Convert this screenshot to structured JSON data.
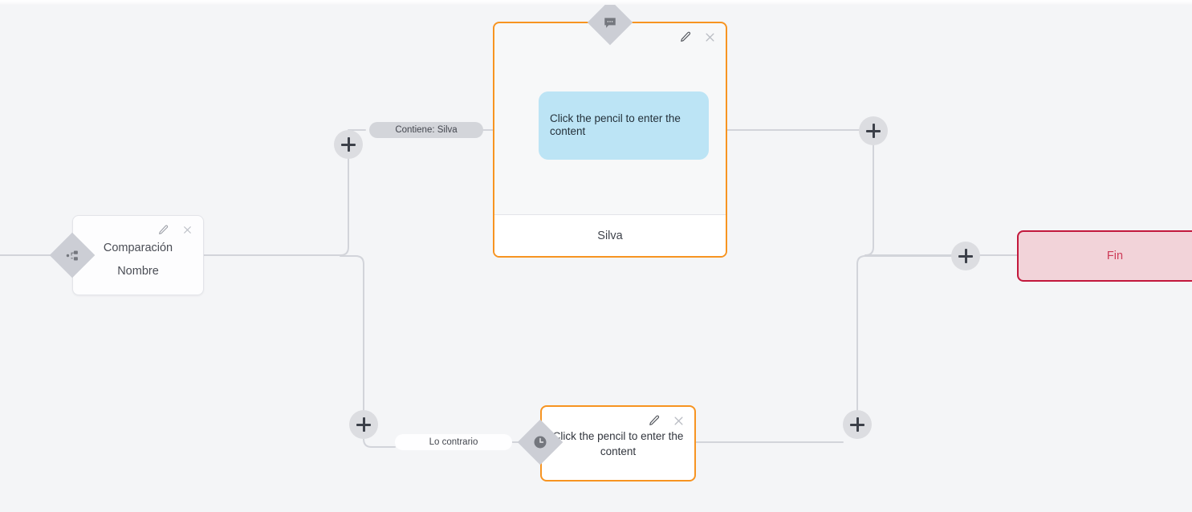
{
  "canvas": {
    "background_color": "#f4f5f7",
    "connector_color": "#d2d4da",
    "accent_orange": "#f79421",
    "accent_red": "#c2183c",
    "bubble_blue": "#bce4f5"
  },
  "nodes": {
    "comparacion": {
      "title": "Comparación",
      "subtitle": "Nombre",
      "handle_icon": "branch-split-icon",
      "edit_icon": "pencil-icon",
      "close_icon": "close-icon"
    },
    "message": {
      "handle_icon": "speech-bubble-icon",
      "edit_icon": "pencil-icon",
      "close_icon": "close-icon",
      "bubble_text": "Click the pencil to enter the content",
      "footer_label": "Silva"
    },
    "delay": {
      "handle_icon": "clock-icon",
      "edit_icon": "pencil-icon",
      "close_icon": "close-icon",
      "text": "Click the pencil to enter the content"
    },
    "fin": {
      "label": "Fin"
    }
  },
  "edge_labels": {
    "contiene_silva": "Contiene: Silva",
    "lo_contrario": "Lo contrario"
  },
  "add_buttons": [
    {
      "id": "add-branch-true",
      "icon": "plus-icon"
    },
    {
      "id": "add-branch-false",
      "icon": "plus-icon"
    },
    {
      "id": "add-after-message",
      "icon": "plus-icon"
    },
    {
      "id": "add-after-delay",
      "icon": "plus-icon"
    },
    {
      "id": "add-before-fin",
      "icon": "plus-icon"
    }
  ]
}
